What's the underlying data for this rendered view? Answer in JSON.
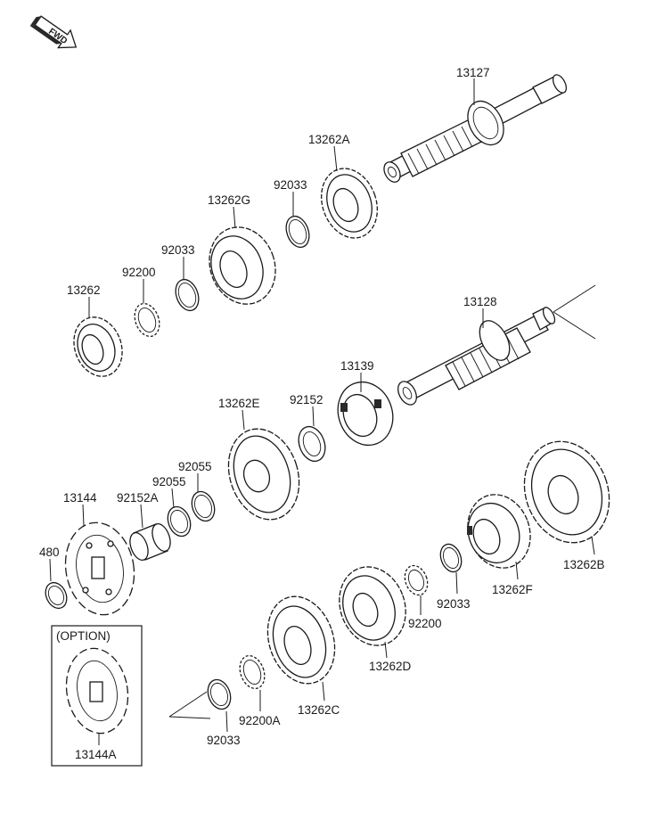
{
  "fwd_badge": "FWD",
  "option_label": "(OPTION)",
  "labels": {
    "p13127": "13127",
    "p13262A": "13262A",
    "p92033_a": "92033",
    "p13262G": "13262G",
    "p92033_b": "92033",
    "p92200_a": "92200",
    "p13262": "13262",
    "p13128": "13128",
    "p13139": "13139",
    "p92152": "92152",
    "p13262E": "13262E",
    "p92055_a": "92055",
    "p92055_b": "92055",
    "p92152A": "92152A",
    "p13144": "13144",
    "p480": "480",
    "p13262B": "13262B",
    "p13262F": "13262F",
    "p92033_c": "92033",
    "p92200_b": "92200",
    "p13262D": "13262D",
    "p13262C": "13262C",
    "p92200A": "92200A",
    "p92033_d": "92033",
    "p13144A": "13144A"
  }
}
